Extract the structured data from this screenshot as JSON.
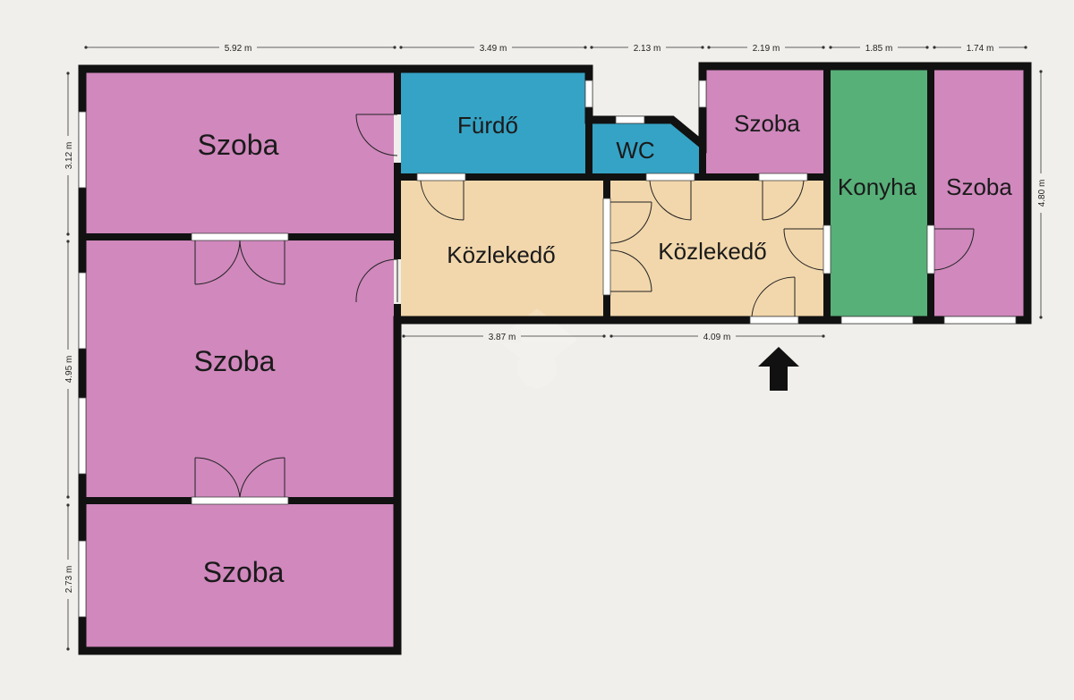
{
  "rooms": {
    "szoba_top_left": {
      "name": "Szoba",
      "color": "#d088bd"
    },
    "szoba_middle_left": {
      "name": "Szoba",
      "color": "#d088bd"
    },
    "szoba_bottom_left": {
      "name": "Szoba",
      "color": "#d088bd"
    },
    "furdo": {
      "name": "Fürdő",
      "color": "#35a3c5"
    },
    "wc": {
      "name": "WC",
      "color": "#35a3c5"
    },
    "szoba_small": {
      "name": "Szoba",
      "color": "#d088bd"
    },
    "konyha": {
      "name": "Konyha",
      "color": "#57b078"
    },
    "szoba_right": {
      "name": "Szoba",
      "color": "#d088bd"
    },
    "kozlekedo_left": {
      "name": "Közlekedő",
      "color": "#f2d7ac"
    },
    "kozlekedo_right": {
      "name": "Közlekedő",
      "color": "#f2d7ac"
    }
  },
  "dimensions": {
    "top": [
      "5.92 m",
      "3.49 m",
      "2.13 m",
      "2.19 m",
      "1.85 m",
      "1.74 m"
    ],
    "left": [
      "3.12 m",
      "4.95 m",
      "2.73 m"
    ],
    "right": [
      "4.80 m"
    ],
    "inner_bottom": [
      "3.87 m",
      "4.09 m"
    ]
  },
  "entrance": {
    "icon": "entrance-arrow-icon",
    "direction": "up"
  }
}
